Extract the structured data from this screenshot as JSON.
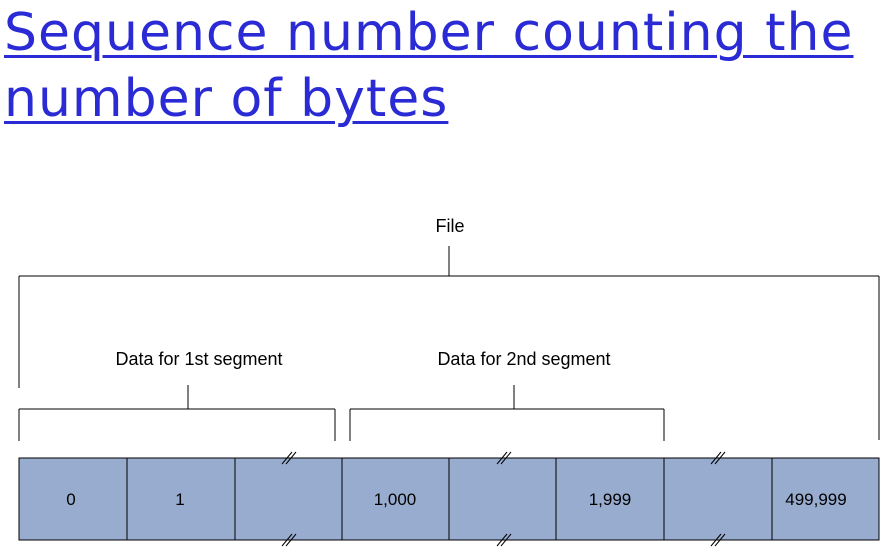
{
  "slide": {
    "title_line1": "Sequence number counting the",
    "title_line2": "number of bytes"
  },
  "diagram": {
    "file_label": "File",
    "segment1_label": "Data for 1st segment",
    "segment2_label": "Data for 2nd segment",
    "cells": [
      "0",
      "1",
      "",
      "1,000",
      "",
      "1,999",
      "",
      "499,999"
    ],
    "cell_color": "#97acce"
  }
}
